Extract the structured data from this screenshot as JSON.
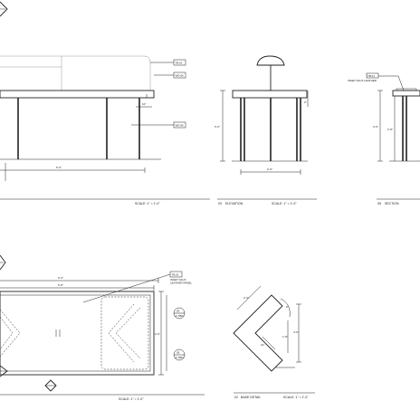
{
  "drawing": {
    "sheet": "architectural-drawing-sheet",
    "views": {
      "elevation_front": {
        "scale": "SCALE: 1\" = 1'-0\"",
        "tags": [
          "TB.01",
          "WD.06",
          "WD.06"
        ],
        "dims": {
          "overall": "6'-0\"",
          "height": "3'-0\"",
          "reveal": "10\""
        }
      },
      "elevation_side": {
        "number": "03",
        "title": "ELEVATION",
        "scale": "SCALE: 1\" = 1'-0\"",
        "dims": {
          "overall": "2'-6\"",
          "height": "3'-0\"",
          "small": "2\""
        }
      },
      "section": {
        "number": "05",
        "title": "SECTION",
        "note": "INSET FAUX LEATHER",
        "tag": "TB.01",
        "dims": {
          "height": "3'-0\"",
          "inner": "2'-8\""
        }
      },
      "plan": {
        "scale": "SCALE: 1\" = 1'-0\"",
        "tag": "TB.01",
        "note_line1": "INSET FAUX",
        "note_line2": "LEATHER PANEL",
        "dims": {
          "top1": "6'-0\"",
          "top2": "5'-8\"",
          "side": "2'-6\""
        },
        "marker_a": {
          "num": "05",
          "ref": "A-TBD"
        },
        "marker_b": {
          "num": "05",
          "ref": "A-TBD"
        }
      },
      "base_detail": {
        "number": "02",
        "title": "BASE DETAIL",
        "scale": "SCALE: 1\" = 1'-0\"",
        "dims": {
          "d1": "2'-6\"",
          "d2": "6\"",
          "d3": "1'-8\"",
          "d4": "10\"",
          "d5": "4'-0\""
        }
      }
    }
  }
}
